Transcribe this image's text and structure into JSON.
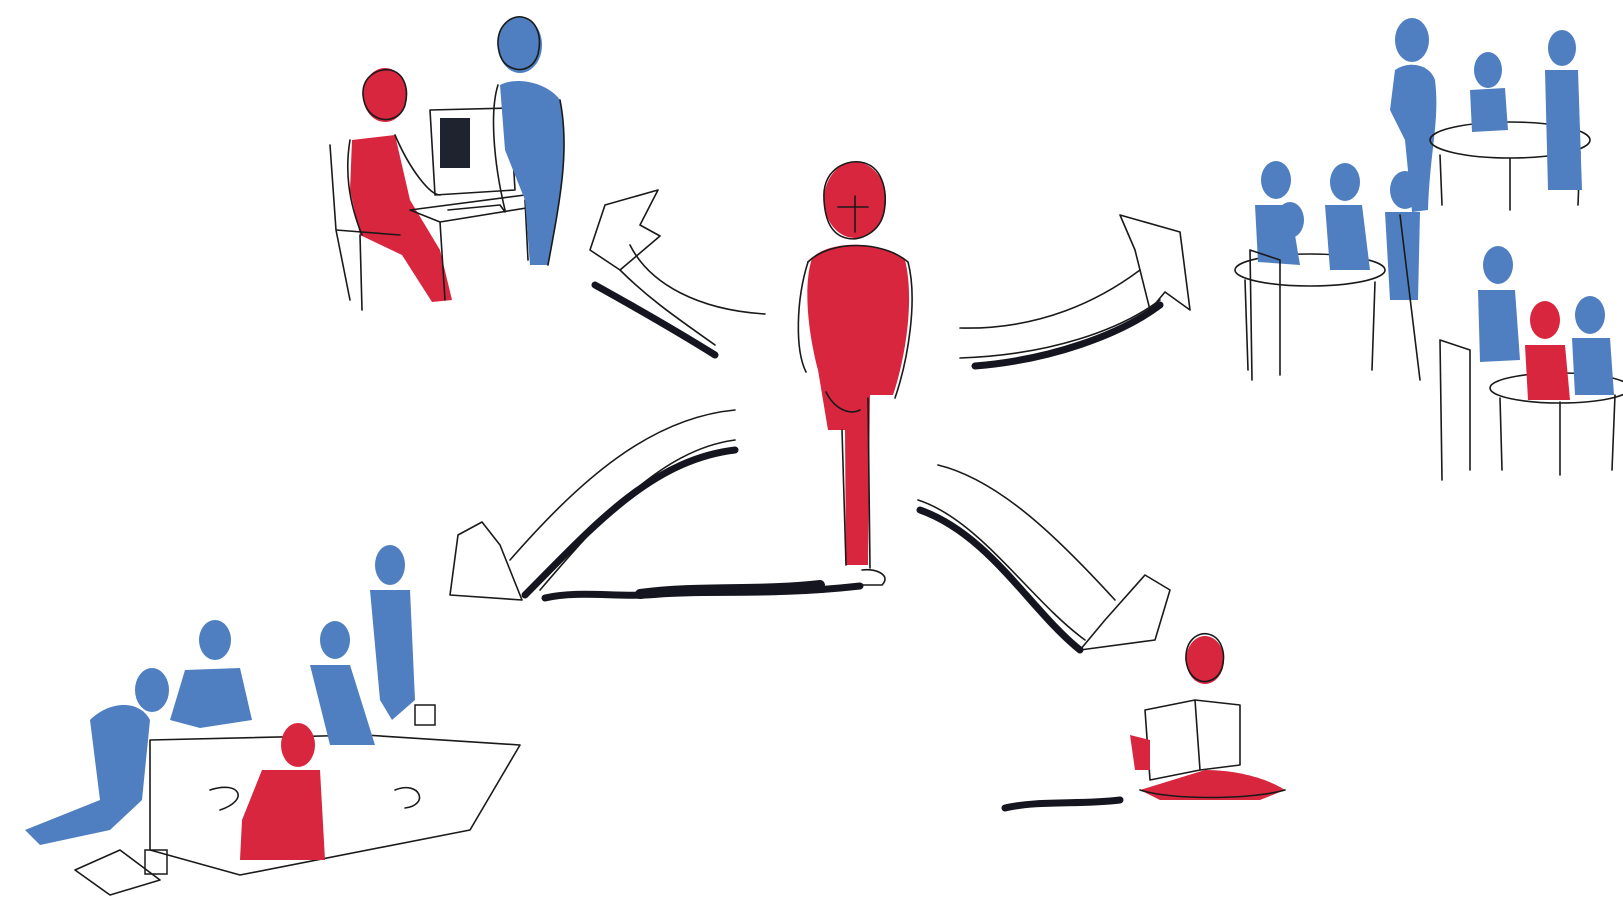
{
  "illustration": {
    "style": "hand-drawn marker sketch",
    "colors": {
      "central_figure": "#d9263f",
      "other_figures": "#4f7fc0",
      "ink": "#1a1a1a",
      "shadow": "#15151f",
      "background": "#ffffff"
    },
    "scenes": [
      "central-person",
      "computer-desk",
      "group-tables",
      "floor-art-group",
      "reading-alone"
    ],
    "arrows": [
      "arrow-to-computer",
      "arrow-to-tables",
      "arrow-to-art",
      "arrow-to-reading"
    ]
  }
}
